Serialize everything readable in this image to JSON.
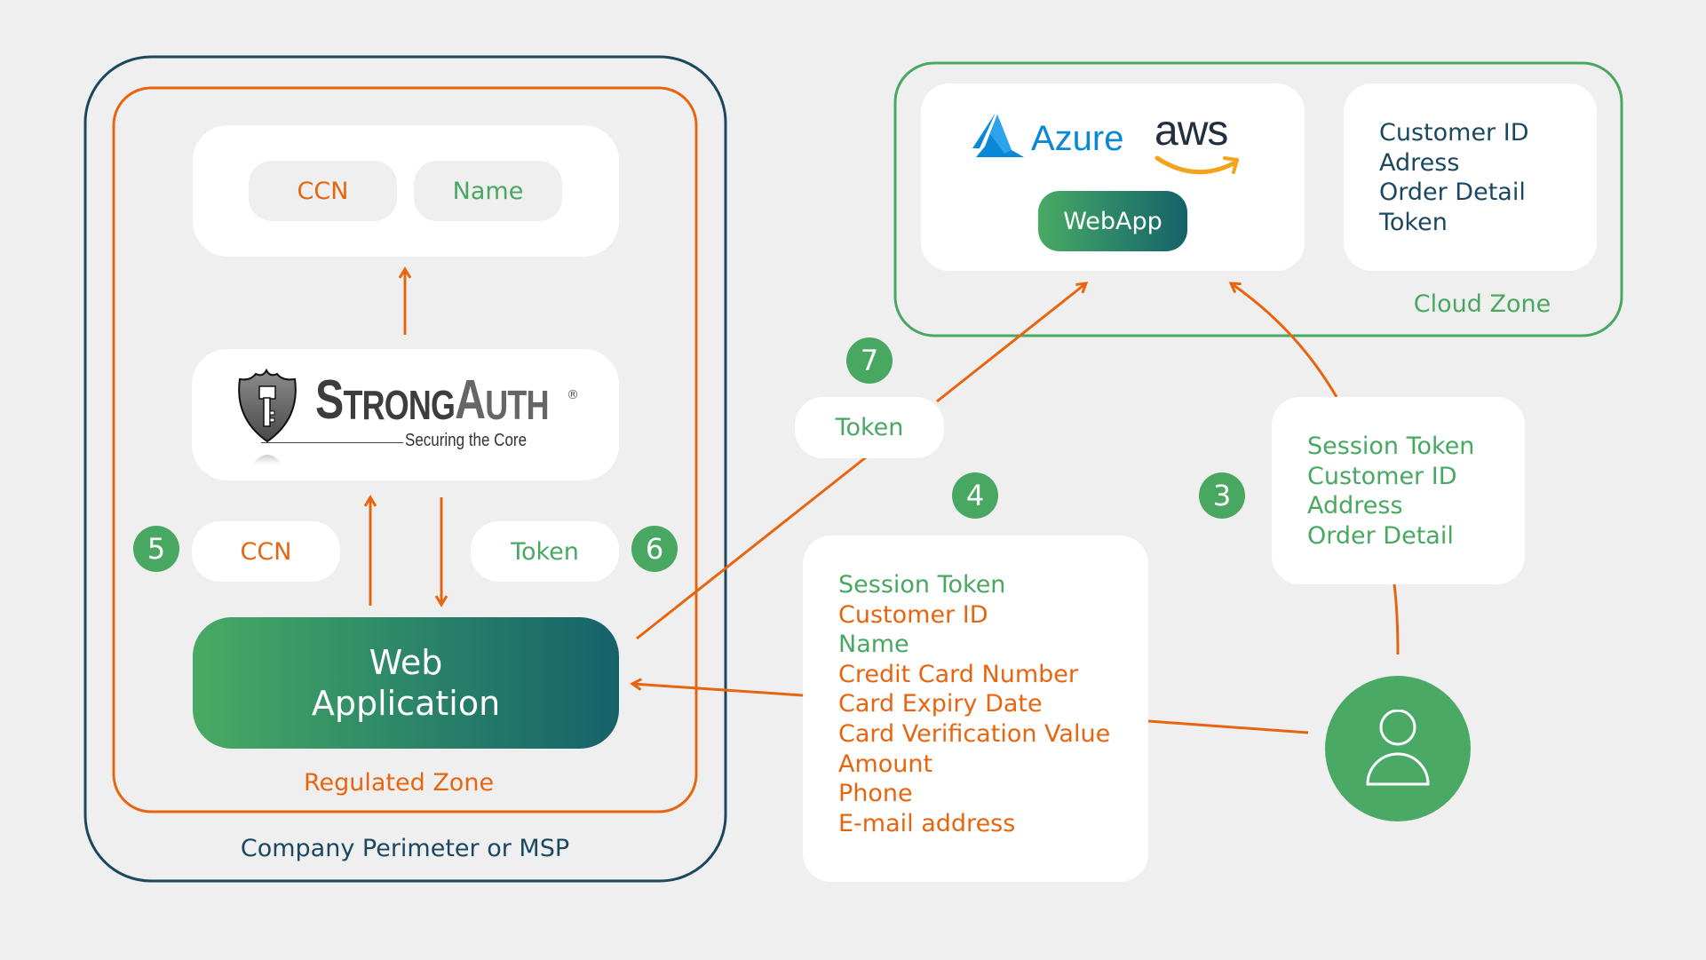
{
  "zones": {
    "company": {
      "label": "Company Perimeter or MSP",
      "color": "#1b4761"
    },
    "regulated": {
      "label": "Regulated Zone",
      "color": "#e8650f"
    },
    "cloud": {
      "label": "Cloud Zone",
      "color": "#48a862"
    }
  },
  "vault": {
    "fields": [
      {
        "label": "CCN",
        "color": "orange"
      },
      {
        "label": "Name",
        "color": "green"
      }
    ]
  },
  "strongauth": {
    "wordmark": "STRONGAUTH",
    "wordmark_parts": [
      "S",
      "TRONG",
      "A",
      "UTH"
    ],
    "registered": "®",
    "tagline": "Securing the Core",
    "icon": "shield-key-icon"
  },
  "exchange": {
    "ccn": {
      "label": "CCN",
      "step": "5"
    },
    "token": {
      "label": "Token",
      "step": "6"
    }
  },
  "web_application": {
    "line1": "Web",
    "line2": "Application"
  },
  "cloud": {
    "providers": [
      {
        "name": "Azure",
        "icon": "azure-logo-icon",
        "color": "#0a88d8"
      },
      {
        "name": "aws",
        "icon": "aws-logo-icon",
        "color": "#232f3e",
        "accent": "#f7a21b"
      }
    ],
    "webapp_label": "WebApp",
    "stored_fields": [
      "Customer ID",
      "Adress",
      "Order Detail",
      "Token"
    ]
  },
  "token_transfer": {
    "label": "Token",
    "step": "7"
  },
  "customer_submission": {
    "step": "4",
    "fields": [
      {
        "label": "Session Token",
        "color": "green"
      },
      {
        "label": "Customer ID",
        "color": "orange"
      },
      {
        "label": "Name",
        "color": "green"
      },
      {
        "label": "Credit Card Number",
        "color": "orange"
      },
      {
        "label": "Card Expiry Date",
        "color": "orange"
      },
      {
        "label": "Card Verification Value",
        "color": "orange"
      },
      {
        "label": "Amount",
        "color": "orange"
      },
      {
        "label": "Phone",
        "color": "orange"
      },
      {
        "label": "E-mail address",
        "color": "orange"
      }
    ]
  },
  "session_submission": {
    "step": "3",
    "fields": [
      "Session Token",
      "Customer ID",
      "Address",
      "Order Detail"
    ]
  },
  "user": {
    "icon": "user-icon",
    "color": "#4aaa65"
  },
  "colors": {
    "background": "#efefef",
    "arrow": "#e8650f",
    "badge": "#48a862",
    "navy": "#1b4761"
  }
}
